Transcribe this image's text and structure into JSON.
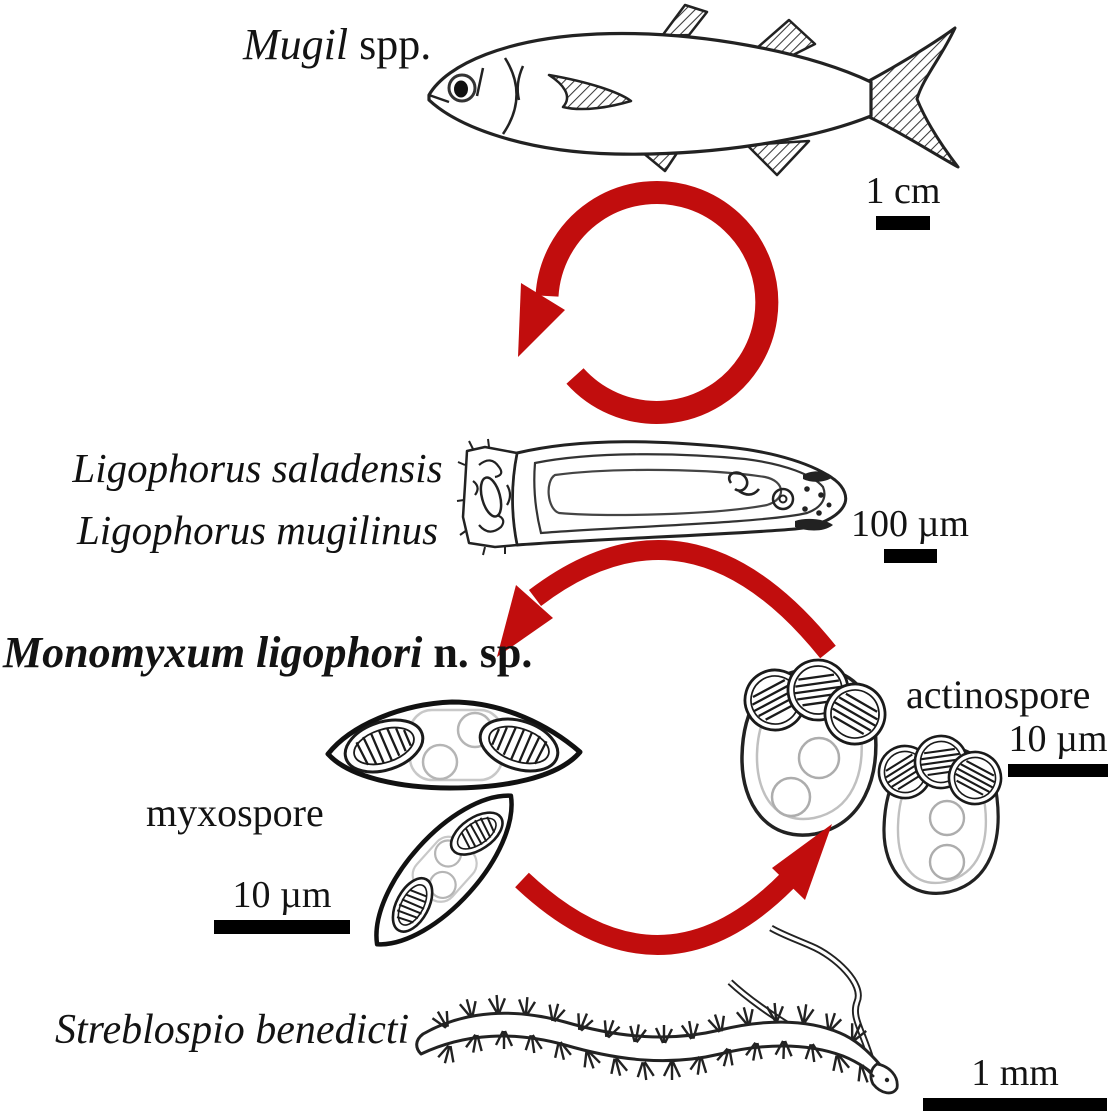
{
  "diagram": {
    "type": "parasite-life-cycle",
    "background_color": "#ffffff",
    "arrow_color": "#c10d0d",
    "ink_color": "#1a1a1a",
    "nodes": {
      "fish_host": {
        "label_italic": "Mugil",
        "label_regular": " spp.",
        "scale_bar": "1 cm",
        "illustration": "mullet-fish-line-drawing"
      },
      "monogenean_parasites": {
        "species_1": "Ligophorus saladensis",
        "species_2": "Ligophorus mugilinus",
        "scale_bar": "100 µm",
        "illustration": "monogenean-flatworm-line-drawing"
      },
      "myxozoan": {
        "label_italic": "Monomyxum ligophori",
        "label_regular": " n. sp."
      },
      "myxospore_stage": {
        "label": "myxospore",
        "scale_bar": "10 µm",
        "illustration": "two-fusiform-myxospores"
      },
      "actinospore_stage": {
        "label": "actinospore",
        "scale_bar": "10 µm",
        "illustration": "two-sac-shaped-actinospores"
      },
      "polychaete_host": {
        "label": "Streblospio benedicti",
        "scale_bar": "1 mm",
        "illustration": "polychaete-worm-line-drawing"
      }
    },
    "arrows": {
      "fish_monogenean_cycle": "circular-arrow",
      "actinospore_to_fish_stage": "arc-arrow-pointing-down-left",
      "myxospore_to_actinospore": "arc-arrow-pointing-up-right"
    }
  }
}
